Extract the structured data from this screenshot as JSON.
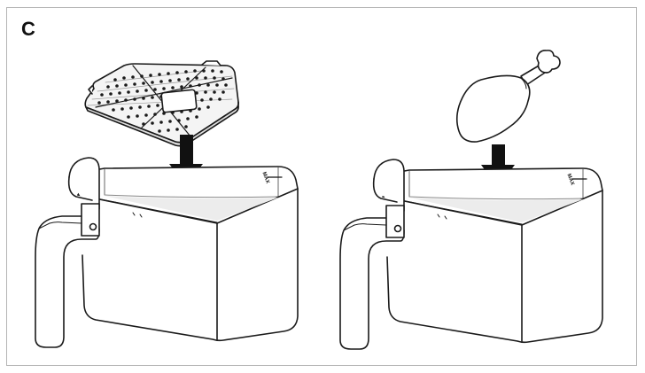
{
  "figure": {
    "step_letter": "C",
    "max_mark": "MAX",
    "colors": {
      "frame_border": "#b5b5b5",
      "line": "#1a1a1a",
      "fill": "#ffffff",
      "shade": "#ececec",
      "dark": "#111111"
    },
    "panels": [
      {
        "name": "grill-plate-insert",
        "icons": [
          "crisping-plate-icon",
          "down-arrow-icon",
          "air-fryer-basket-icon"
        ]
      },
      {
        "name": "food-insert",
        "icons": [
          "chicken-drumstick-icon",
          "down-arrow-icon",
          "air-fryer-basket-icon"
        ]
      }
    ]
  }
}
